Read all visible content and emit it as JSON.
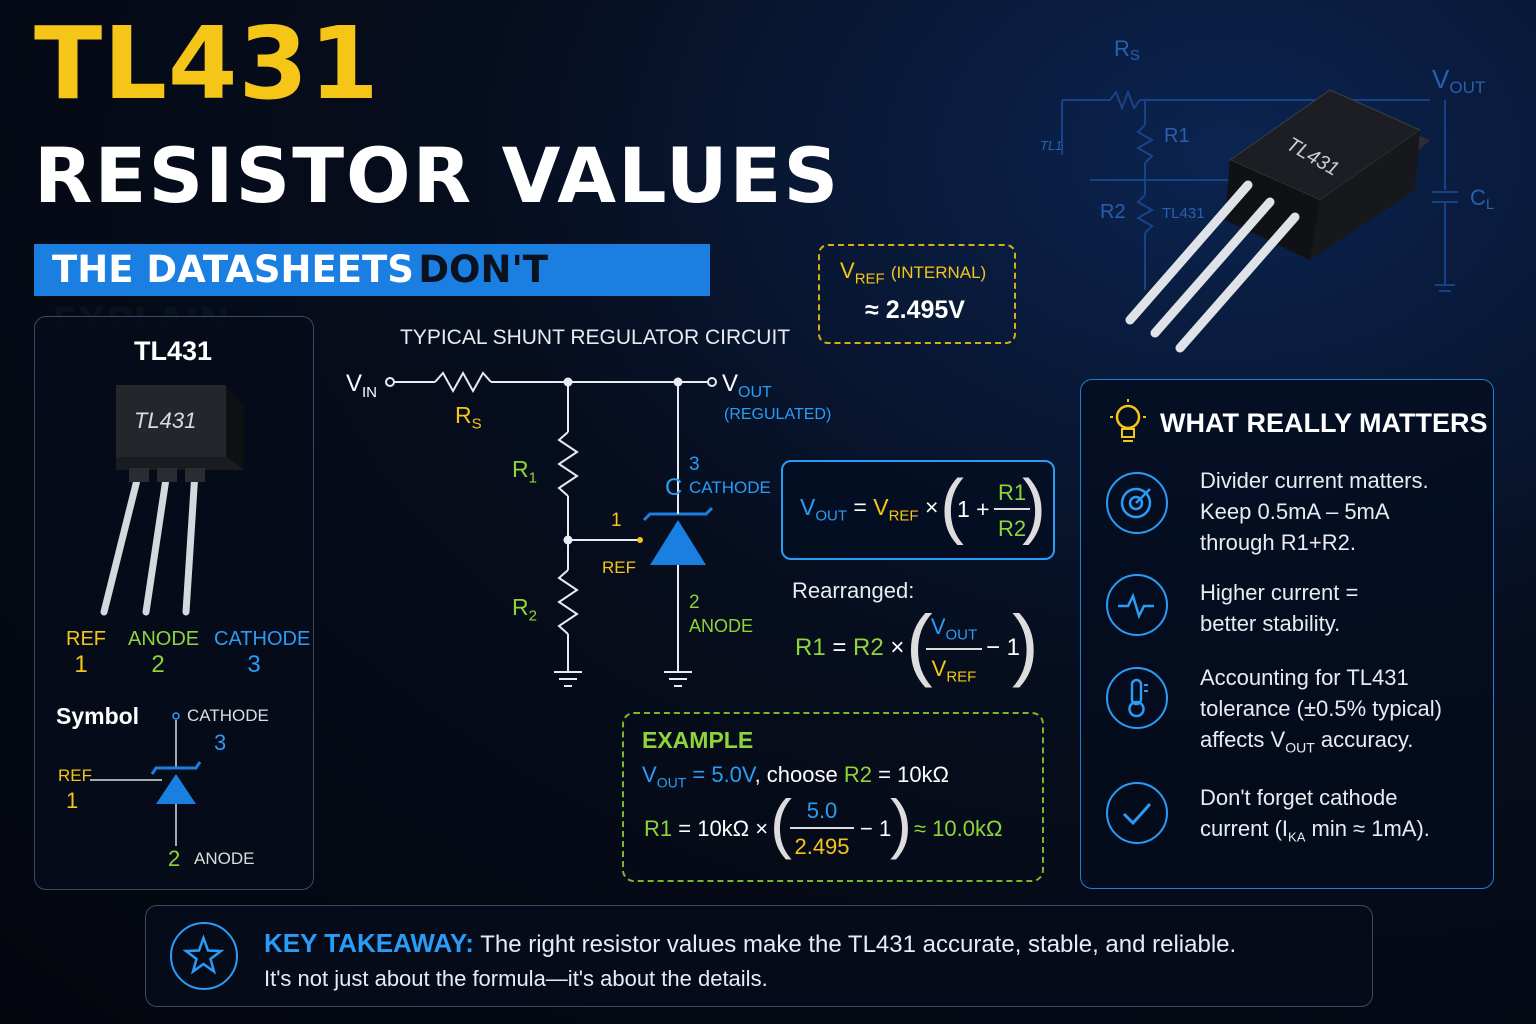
{
  "header": {
    "title_line1": "TL431",
    "title_line2": "RESISTOR VALUES",
    "banner_part1": "THE DATASHEETS",
    "banner_part2": "DON'T EXPLAIN"
  },
  "package_panel": {
    "title": "TL431",
    "chip_label": "TL431",
    "pins": [
      {
        "name": "REF",
        "number": "1"
      },
      {
        "name": "ANODE",
        "number": "2"
      },
      {
        "name": "CATHODE",
        "number": "3"
      }
    ],
    "symbol_title": "Symbol",
    "symbol_cathode": "CATHODE",
    "symbol_cathode_num": "3",
    "symbol_ref": "REF",
    "symbol_ref_num": "1",
    "symbol_anode": "ANODE",
    "symbol_anode_num": "2"
  },
  "circuit": {
    "title": "TYPICAL SHUNT REGULATOR CIRCUIT",
    "vin": "V",
    "vin_sub": "IN",
    "rs": "R",
    "rs_sub": "S",
    "vout": "V",
    "vout_sub": "OUT",
    "regulated": "(REGULATED)",
    "r1": "R",
    "r1_sub": "1",
    "r2": "R",
    "r2_sub": "2",
    "cathode_num": "3",
    "cathode_label": "CATHODE",
    "ref_num": "1",
    "ref_label": "REF",
    "anode_num": "2",
    "anode_label": "ANODE"
  },
  "vref_box": {
    "label": "V",
    "label_sub": "REF",
    "label_note": "(INTERNAL)",
    "value": "≈ 2.495V"
  },
  "formula": {
    "main": {
      "lhs": "V",
      "lhs_sub": "OUT",
      "eq": "=",
      "vref": "V",
      "vref_sub": "REF",
      "times": "×",
      "one_plus": "1 +",
      "num": "R1",
      "den": "R2"
    },
    "rearranged_label": "Rearranged:",
    "rearranged": {
      "lhs": "R1",
      "eq": "=",
      "r2": "R2",
      "times": "×",
      "num": "V",
      "num_sub": "OUT",
      "den": "V",
      "den_sub": "REF",
      "minus": "− 1"
    }
  },
  "example": {
    "title": "EXAMPLE",
    "line1_v": "V",
    "line1_v_sub": "OUT",
    "line1_val": "= 5.0V",
    "line1_choose": ", choose",
    "line1_r2": "R2",
    "line1_r2_val": "= 10kΩ",
    "line2_r1": "R1",
    "line2_mid": "= 10kΩ ×",
    "line2_num": "5.0",
    "line2_den": "2.495",
    "line2_minus": "− 1",
    "line2_result": "≈ 10.0kΩ"
  },
  "tips": {
    "title": "WHAT REALLY MATTERS",
    "items": [
      {
        "icon": "target-icon",
        "lines": [
          "Divider current matters.",
          "Keep 0.5mA – 5mA",
          "through R1+R2."
        ]
      },
      {
        "icon": "pulse-icon",
        "lines": [
          "Higher current =",
          "better stability."
        ]
      },
      {
        "icon": "thermometer-icon",
        "lines": [
          "Accounting for TL431",
          "tolerance (±0.5% typical)",
          "affects V",
          "OUT",
          " accuracy."
        ]
      },
      {
        "icon": "check-icon",
        "lines": [
          "Don't forget cathode",
          "current (I",
          "KA",
          " min ≈ 1mA)."
        ]
      }
    ]
  },
  "takeaway": {
    "label": "KEY TAKEAWAY:",
    "line1": "The right resistor values make the TL431 accurate, stable, and reliable.",
    "line2": "It's not just about the formula—it's about the details."
  },
  "hero": {
    "chip_label": "TL431",
    "bg_rs": "R",
    "bg_rs_sub": "S",
    "bg_vout": "V",
    "bg_vout_sub": "OUT",
    "bg_r1": "R1",
    "bg_r2": "R2",
    "bg_tl": "TL431",
    "bg_cl": "C",
    "bg_cl_sub": "L",
    "bg_misc": "TL1"
  },
  "colors": {
    "yellow": "#f5c518",
    "green": "#8fd43a",
    "blue": "#2a9cf5",
    "banner": "#1a7fe0"
  }
}
